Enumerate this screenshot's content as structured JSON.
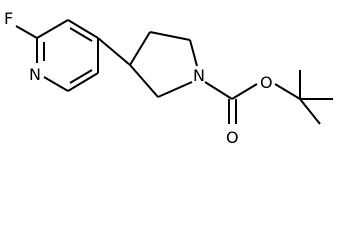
{
  "molecule": {
    "atoms": {
      "fluorine": "F",
      "pyridine_nitrogen": "N",
      "pyrrolidine_nitrogen": "N",
      "carbonyl_oxygen": "O",
      "ester_oxygen": "O"
    }
  },
  "colors": {
    "bond": "#000000",
    "background": "#ffffff"
  }
}
